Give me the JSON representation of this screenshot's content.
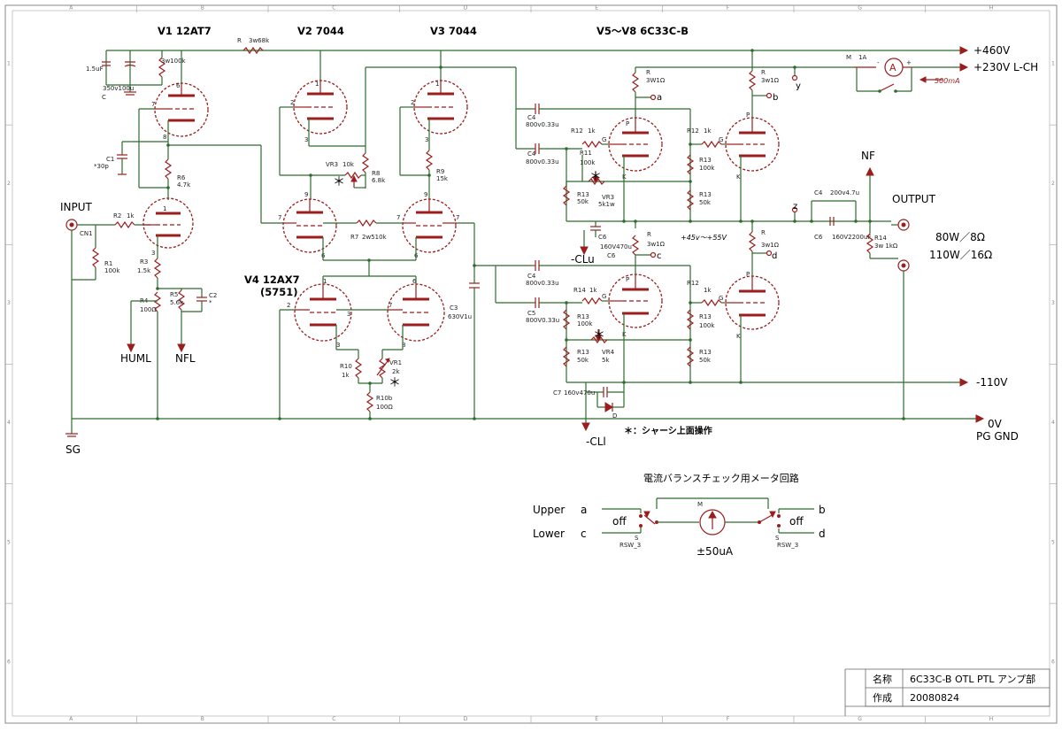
{
  "tubes": {
    "v1": "V1 12AT7",
    "v2": "V2 7044",
    "v3": "V3 7044",
    "v4": "V4 12AX7",
    "v4_alt": "(5751)",
    "out": "V5～V8  6C33C-B"
  },
  "rails": {
    "b460": "+460V",
    "b230": "+230V  L-CH",
    "bias": "+45v～+55V",
    "neg110": "-110V",
    "gnd": "0V",
    "gnd2": "PG  GND"
  },
  "io": {
    "input": "INPUT",
    "output": "OUTPUT",
    "nf": "NF",
    "sg": "SG",
    "huml": "HUML",
    "nfl": "NFL",
    "clu": "-CLu",
    "cll": "-CLl",
    "power1": "80W／8Ω",
    "power2": "110W／16Ω"
  },
  "nodes": {
    "a": "a",
    "b": "b",
    "c": "c",
    "d": "d",
    "y": "y",
    "z": "z"
  },
  "parts": {
    "r_top": "R",
    "r_top_v": "3w68k",
    "c_15": "1.5uF",
    "r_3w100k": "3w100k",
    "c_350": "350v100u",
    "c_c": "C",
    "c1": "C1",
    "c1v": "*30p",
    "r6": "R6",
    "r6v": "4.7k",
    "cn1": "CN1",
    "r2": "R2",
    "r2v": "1k",
    "r1": "R1",
    "r1v": "100k",
    "r3": "R3",
    "r3v": "1.5k",
    "r4": "R4",
    "r4v": "100Ω",
    "r5": "R5",
    "r5v": "5.6k",
    "c2": "C2",
    "c2v": "*",
    "vr3": "VR3",
    "vr3v": "10k",
    "r8": "R8",
    "r8v": "6.8k",
    "r9": "R9",
    "r9v": "15k",
    "r7": "R7",
    "r7v": "2w510k",
    "c3": "C3",
    "c3v": "630V1u",
    "r10": "R10",
    "r10v": "1k",
    "vr1": "VR1",
    "vr1v": "2k",
    "r10b": "R10b",
    "r10bv": "100Ω",
    "c4": "C4",
    "c4v": "800v0.33u",
    "c5": "C5",
    "c5v": "800V0.33u",
    "r12": "R12",
    "r12v": "1k",
    "r11": "R11",
    "r11v": "100k",
    "r13": "R13",
    "r13v1": "100k",
    "r13v2": "50k",
    "vr3b": "VR3",
    "vr3bv": "5k1w",
    "r14": "R14",
    "r14v": "1k",
    "vr4": "VR4",
    "vr4v": "5k",
    "c6": "C6",
    "c6v": "160V470u",
    "c7": "C7",
    "c7v": "160v470u",
    "r_3w1": "3W1Ω",
    "r_3w1b": "3w1Ω",
    "r_out": "R",
    "m": "M",
    "fuse": "1A",
    "ma": "500mA",
    "c4z": "C4",
    "c4zv": "200v4.7u",
    "c6z": "C6",
    "c6zv": "160V2200uF",
    "r14z": "R14",
    "r14zv": "3w 1kΩ",
    "d": "D",
    "k": "K",
    "p": "P",
    "g": "G",
    "star": "＊",
    "chassis_note": "＊：シャーシ上面操作"
  },
  "meter": {
    "title": "電流バランスチェック用メータ回路",
    "upper": "Upper",
    "lower": "Lower",
    "a": "a",
    "b": "b",
    "c": "c",
    "d": "d",
    "off": "off",
    "m": "M",
    "s": "S",
    "rsw": "RSW_3",
    "range": "±50uA"
  },
  "title_block": {
    "name_label": "名称",
    "name": "6C33C-B  OTL  PTL  アンプ部",
    "date_label": "作成",
    "date": "20080824"
  },
  "border": {
    "cols": [
      "A",
      "B",
      "C",
      "D",
      "E",
      "F",
      "G",
      "H"
    ],
    "rows": [
      "1",
      "2",
      "3",
      "4",
      "5",
      "6"
    ]
  },
  "colors": {
    "wire": "#2e6b2e",
    "component": "#9b1d1d"
  }
}
